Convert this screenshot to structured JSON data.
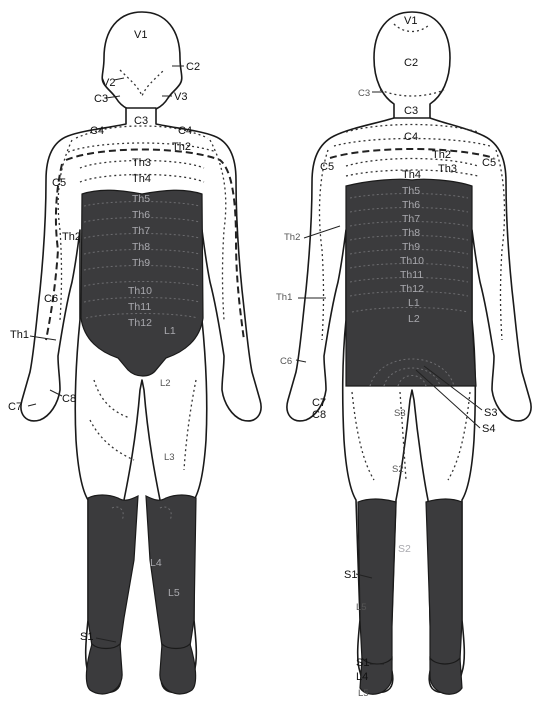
{
  "front": {
    "labels": {
      "V1": "V1",
      "V2": "V2",
      "V3": "V3",
      "C2": "C2",
      "C3_neck": "C3",
      "C3": "C3",
      "C4_left": "C4",
      "C4_right": "C4",
      "Th2_right": "Th2",
      "Th3": "Th3",
      "Th4": "Th4",
      "C5": "C5",
      "Th2_arm": "Th2",
      "C6": "C6",
      "Th1": "Th1",
      "C7": "C7",
      "C8": "C8",
      "Th5": "Th5",
      "Th6": "Th6",
      "Th7": "Th7",
      "Th8": "Th8",
      "Th9": "Th9",
      "Th10": "Th10",
      "Th11": "Th11",
      "Th12": "Th12",
      "L1": "L1",
      "L2": "L2",
      "L3": "L3",
      "L4": "L4",
      "L5": "L5",
      "S1": "S1"
    }
  },
  "back": {
    "labels": {
      "V1": "V1",
      "C2": "C2",
      "C3_side": "C3",
      "C3": "C3",
      "C4": "C4",
      "C5_left": "C5",
      "C5_right": "C5",
      "Th2_upper": "Th2",
      "Th3": "Th3",
      "Th4": "Th4",
      "Th5": "Th5",
      "Th6": "Th6",
      "Th7": "Th7",
      "Th8": "Th8",
      "Th9": "Th9",
      "Th10": "Th10",
      "Th11": "Th11",
      "Th12": "Th12",
      "L1": "L1",
      "L2": "L2",
      "Th2_arm": "Th2",
      "Th1_arm": "Th1",
      "C6": "C6",
      "C7": "C7",
      "C8": "C8",
      "S3": "S3",
      "S4": "S4",
      "S3_thigh": "S3",
      "S2_thigh": "S2",
      "S2_calf": "S2",
      "S1_calf": "S1",
      "L5": "L5",
      "S1_foot": "S1",
      "L4": "L4",
      "L5_foot": "L5"
    }
  }
}
